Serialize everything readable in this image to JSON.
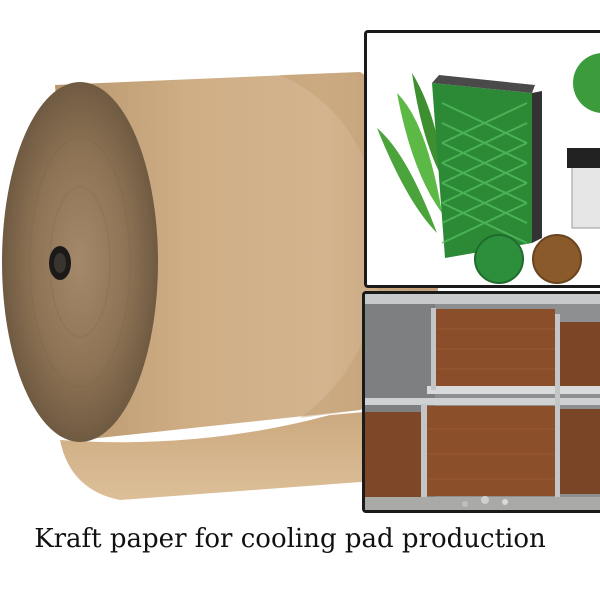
{
  "caption": "Kraft paper for cooling pad production",
  "colors": {
    "kraft": "#c9a77f",
    "kraft_dark": "#9d7c59",
    "pad_green": "#2f9a3c",
    "pad_brown": "#8a5a2b",
    "frame": "#1a1a1a"
  },
  "images": [
    {
      "name": "kraft-paper-roll",
      "description_icon": "paper-roll-icon"
    },
    {
      "name": "cooling-pad-products",
      "description_icon": "cooling-pad-icon"
    },
    {
      "name": "installed-cooling-pad-wall",
      "description_icon": "wall-pad-icon"
    }
  ]
}
